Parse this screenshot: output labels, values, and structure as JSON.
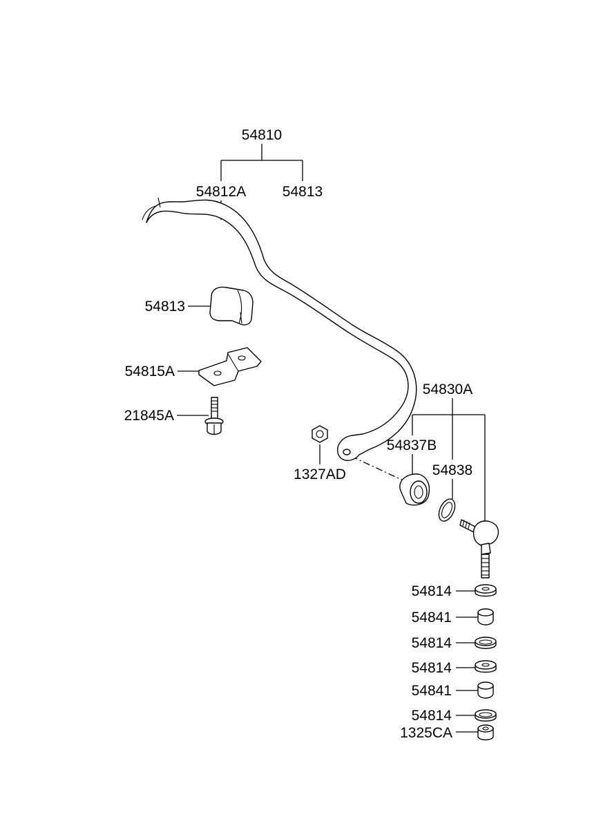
{
  "labels": {
    "stabilizer_assy": "54810",
    "stabilizer_bar": "54812A",
    "bushing_top": "54813",
    "bushing_left": "54813",
    "bracket": "54815A",
    "bolt": "21845A",
    "nut_bar": "1327AD",
    "link_assy": "54830A",
    "dust_boot": "54837B",
    "ring": "54838",
    "washer_1": "54814",
    "bushing_1": "54841",
    "washer_2": "54814",
    "washer_3": "54814",
    "bushing_2": "54841",
    "washer_4": "54814",
    "nut_link": "1325CA"
  }
}
